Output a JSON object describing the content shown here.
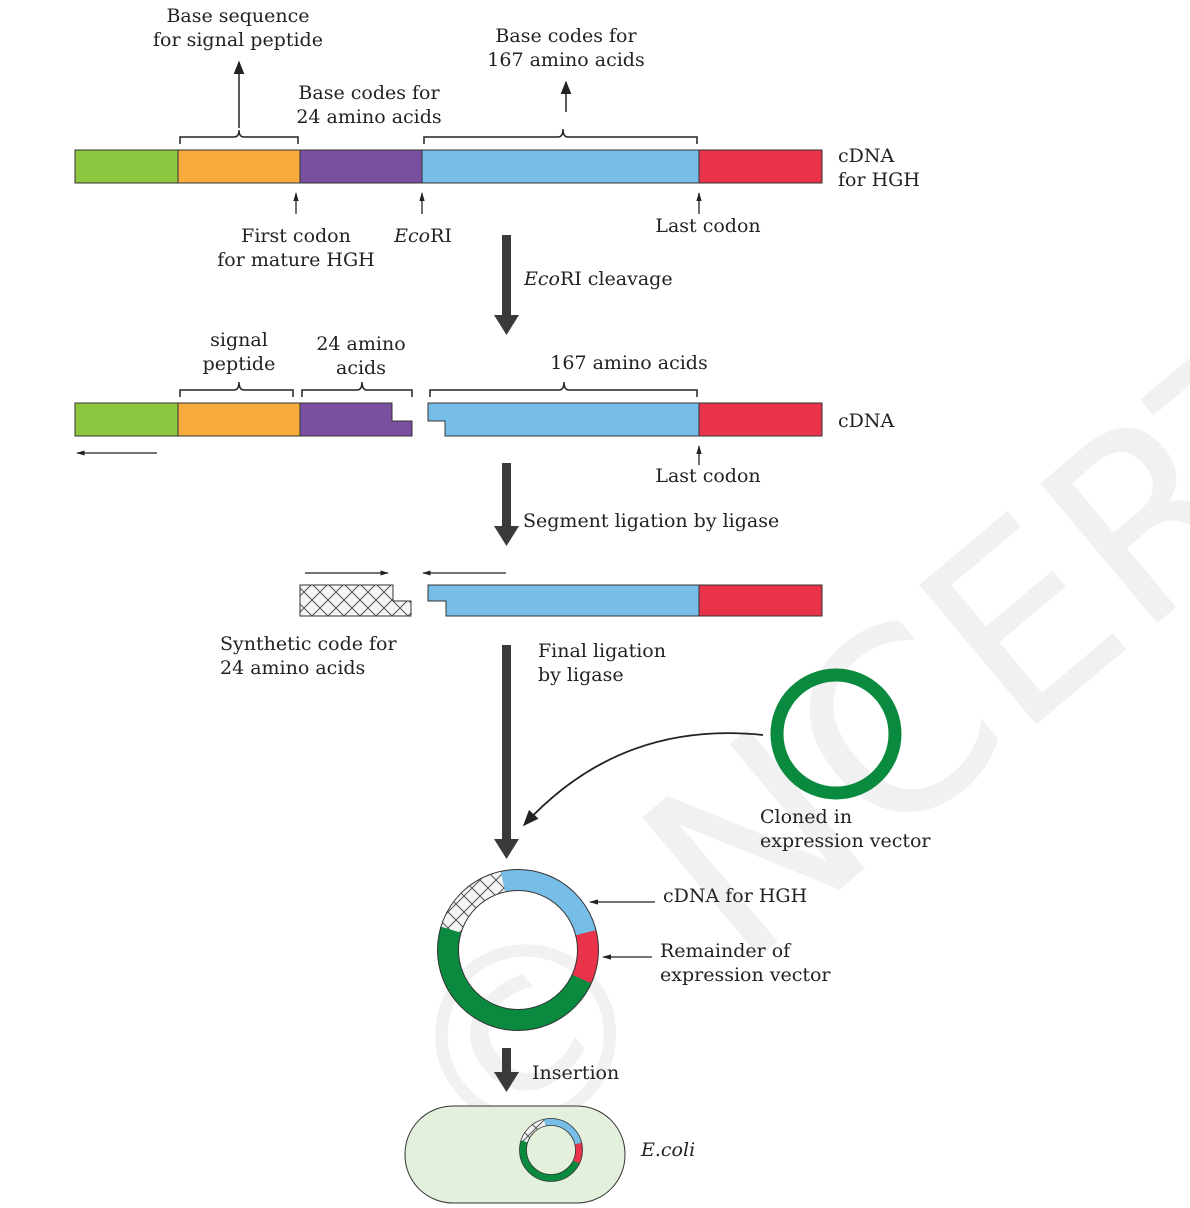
{
  "labels": {
    "base_sequence_l1": "Base sequence",
    "base_sequence_l2": "for signal peptide",
    "base_codes_167_l1": "Base codes for",
    "base_codes_167_l2": "167 amino acids",
    "base_codes_24_l1": "Base codes for",
    "base_codes_24_l2": "24 amino acids",
    "cdna_hgh_l1": "cDNA",
    "cdna_hgh_l2": "for HGH",
    "first_codon_l1": "First codon",
    "first_codon_l2": "for mature HGH",
    "ecori_italic": "Eco",
    "ecori_rest": "RI",
    "last_codon_1": "Last codon",
    "ecori_cleavage_italic": "Eco",
    "ecori_cleavage_rest": "RI cleavage",
    "signal_l1": "signal",
    "signal_l2": "peptide",
    "amino24_l1": "24 amino",
    "amino24_l2": "acids",
    "amino167": "167 amino acids",
    "cdna": "cDNA",
    "last_codon_2": "Last codon",
    "segment_ligation": "Segment ligation by ligase",
    "synthetic_l1": "Synthetic code for",
    "synthetic_l2": "24 amino acids",
    "final_ligation_l1": "Final ligation",
    "final_ligation_l2": "by ligase",
    "cloned_l1": "Cloned in",
    "cloned_l2": "expression vector",
    "cdna_for_hgh": "cDNA for HGH",
    "remainder_l1": "Remainder of",
    "remainder_l2": "expression vector",
    "insertion": "Insertion",
    "ecoli": "E.coli",
    "watermark": "© NCERT not to be republished"
  },
  "colors": {
    "green_segment": "#8dc63f",
    "orange_segment": "#f7ab3d",
    "purple_segment": "#7b4fa0",
    "blue_segment": "#76bde7",
    "red_segment": "#e8334a",
    "vector_green": "#0a8a3e",
    "cell_fill": "#e3f1dc",
    "arrow_gray": "#3a3a3a"
  }
}
